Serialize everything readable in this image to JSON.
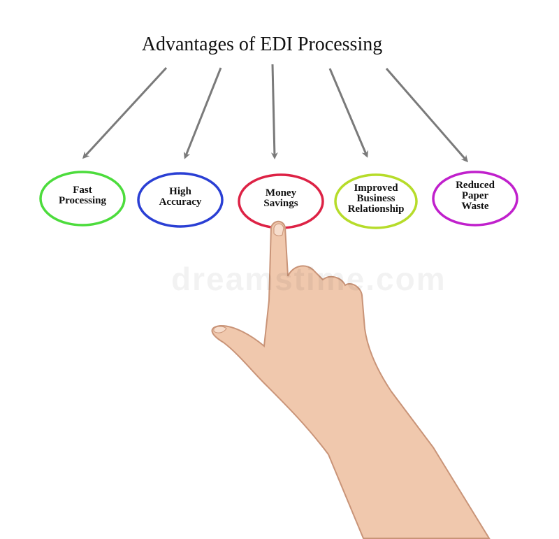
{
  "title": "Advantages of EDI Processing",
  "nodes": [
    {
      "lines": [
        "Fast",
        "Processing"
      ],
      "color": "#4cdc3c"
    },
    {
      "lines": [
        "High",
        "Accuracy"
      ],
      "color": "#2a3fd4"
    },
    {
      "lines": [
        "Money",
        "Savings"
      ],
      "color": "#dd2245"
    },
    {
      "lines": [
        "Improved",
        "Business",
        "Relationship"
      ],
      "color": "#b6dc2a"
    },
    {
      "lines": [
        "Reduced",
        "Paper",
        "Waste"
      ],
      "color": "#c020cc"
    }
  ],
  "arrow_color": "#7a7a7a",
  "watermark": "dreamstime.com"
}
